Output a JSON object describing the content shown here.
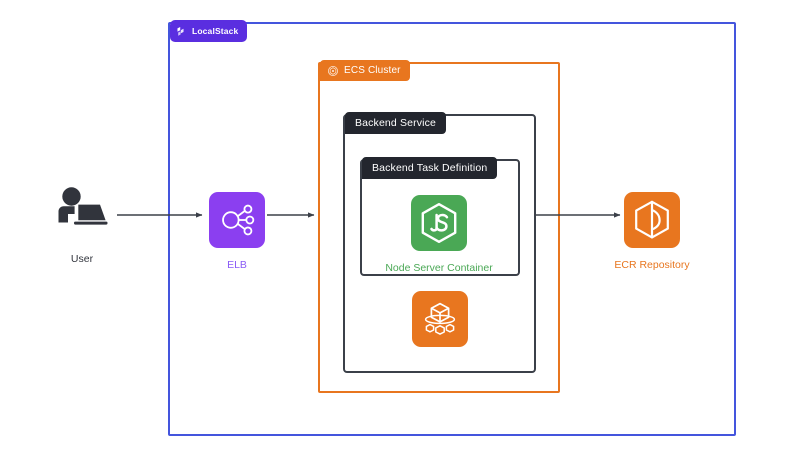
{
  "diagram": {
    "title_badges": {
      "localstack": {
        "label": "LocalStack",
        "icon": "localstack-logo-icon",
        "color": "#5a2ee0"
      },
      "ecs_cluster": {
        "label": "ECS Cluster",
        "icon": "ecs-cluster-icon",
        "color": "#e8761f"
      },
      "backend_service": {
        "label": "Backend Service",
        "color": "#23262e"
      },
      "backend_task_definition": {
        "label": "Backend Task Definition",
        "color": "#23262e"
      }
    },
    "nodes": {
      "user": {
        "label": "User",
        "icon": "user-laptop-icon",
        "color": "#31343c"
      },
      "elb": {
        "label": "ELB",
        "icon": "elb-load-balancer-icon",
        "color": "#8b5cf6",
        "tile_color": "#8b3ff0"
      },
      "node_server": {
        "label": "Node Server Container",
        "icon": "nodejs-js-hexagon-icon",
        "color": "#4aa855",
        "tile_color": "#4aa855"
      },
      "ecs_service": {
        "label": "",
        "icon": "aws-ecs-cube-icon",
        "tile_color": "#e8761f"
      },
      "ecr": {
        "label": "ECR Repository",
        "icon": "ecr-container-cube-icon",
        "color": "#e8761f",
        "tile_color": "#e8761f"
      }
    },
    "connections": [
      {
        "name": "user-to-elb",
        "from": "user",
        "to": "elb"
      },
      {
        "name": "elb-to-ecs-cluster",
        "from": "elb",
        "to": "ecs-cluster"
      },
      {
        "name": "backend-service-to-ecr",
        "from": "backend-service",
        "to": "ecr"
      }
    ],
    "colors": {
      "localstack_border": "#4455dd",
      "ecs_border": "#e8761f",
      "service_border": "#3b4049",
      "arrow": "#3b4049",
      "background": "#ffffff"
    }
  }
}
